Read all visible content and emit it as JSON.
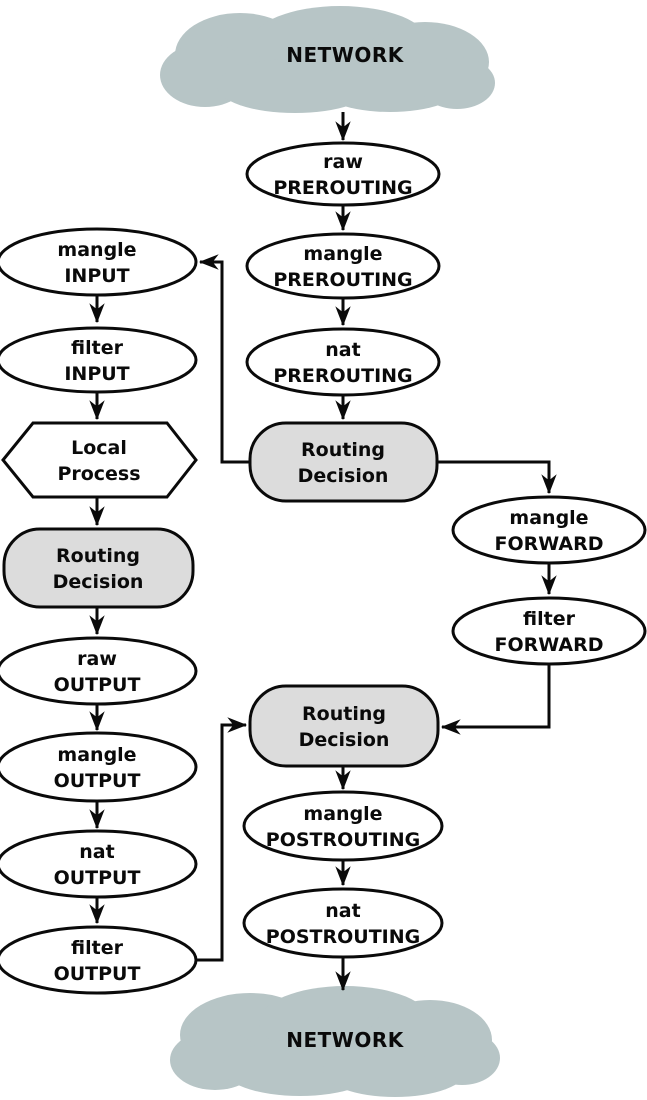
{
  "colors": {
    "background": "#ffffff",
    "node_fill": "#ffffff",
    "node_border": "#0a0a0a",
    "decision_fill": "#dcdcdc",
    "cloud_fill": "#b7c5c6",
    "text": "#0a0a0a"
  },
  "nodes": {
    "network_top": {
      "label": "NETWORK"
    },
    "raw_prerouting": {
      "line1": "raw",
      "line2": "PREROUTING"
    },
    "mangle_prerouting": {
      "line1": "mangle",
      "line2": "PREROUTING"
    },
    "nat_prerouting": {
      "line1": "nat",
      "line2": "PREROUTING"
    },
    "routing_decision_top": {
      "line1": "Routing",
      "line2": "Decision"
    },
    "mangle_input": {
      "line1": "mangle",
      "line2": "INPUT"
    },
    "filter_input": {
      "line1": "filter",
      "line2": "INPUT"
    },
    "local_process": {
      "line1": "Local",
      "line2": "Process"
    },
    "routing_decision_left": {
      "line1": "Routing",
      "line2": "Decision"
    },
    "raw_output": {
      "line1": "raw",
      "line2": "OUTPUT"
    },
    "mangle_output": {
      "line1": "mangle",
      "line2": "OUTPUT"
    },
    "nat_output": {
      "line1": "nat",
      "line2": "OUTPUT"
    },
    "filter_output": {
      "line1": "filter",
      "line2": "OUTPUT"
    },
    "mangle_forward": {
      "line1": "mangle",
      "line2": "FORWARD"
    },
    "filter_forward": {
      "line1": "filter",
      "line2": "FORWARD"
    },
    "routing_decision_bottom": {
      "line1": "Routing",
      "line2": "Decision"
    },
    "mangle_postrouting": {
      "line1": "mangle",
      "line2": "POSTROUTING"
    },
    "nat_postrouting": {
      "line1": "nat",
      "line2": "POSTROUTING"
    },
    "network_bottom": {
      "label": "NETWORK"
    }
  }
}
